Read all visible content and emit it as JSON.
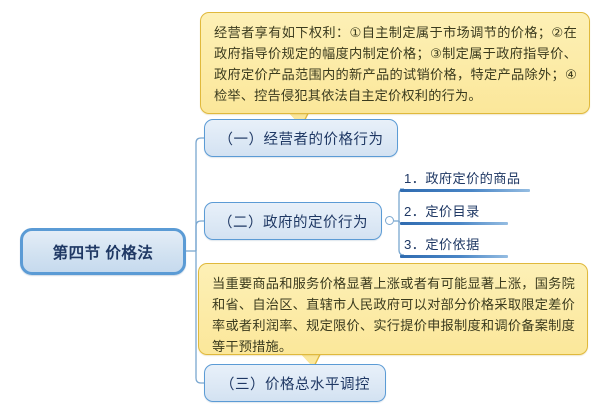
{
  "diagram": {
    "type": "mindmap",
    "orientation": "left-to-right",
    "background_color": "#ffffff"
  },
  "root": {
    "label": "第四节 价格法",
    "border_color": "#5b9bd5",
    "fill_color": "#d2e2f1",
    "text_color": "#1f3864"
  },
  "branches": [
    {
      "id": "branch-1",
      "label": "（一）经营者的价格行为",
      "has_toggle": false
    },
    {
      "id": "branch-2",
      "label": "（二）政府的定价行为",
      "has_toggle": true,
      "toggle_icon": "collapse-circle-icon"
    },
    {
      "id": "branch-3",
      "label": "（三）价格总水平调控",
      "has_toggle": false
    }
  ],
  "leaves": [
    {
      "id": "leaf-1",
      "label": "1．政府定价的商品"
    },
    {
      "id": "leaf-2",
      "label": "2．定价目录"
    },
    {
      "id": "leaf-3",
      "label": "3．定价依据"
    }
  ],
  "callouts": [
    {
      "id": "callout-1",
      "attached_to": "branch-1",
      "text": "经营者享有如下权利：①自主制定属于市场调节的价格；②在政府指导价规定的幅度内制定价格；③制定属于政府指导价、政府定价产品范围内的新产品的试销价格，特定产品除外；④检举、控告侵犯其依法自主定价权利的行为。",
      "border_color": "#e0b93c",
      "fill_color": "#fbe79a",
      "text_color": "#3b3b1e"
    },
    {
      "id": "callout-2",
      "attached_to": "branch-3",
      "text": "当重要商品和服务价格显著上涨或者有可能显著上涨，国务院和省、自治区、直辖市人民政府可以对部分价格采取限定差价率或者利润率、规定限价、实行提价申报制度和调价备案制度等干预措施。",
      "border_color": "#e0b93c",
      "fill_color": "#fbe79a",
      "text_color": "#3b3b1e"
    }
  ],
  "connectors": {
    "line_color": "#7aa7d0",
    "leaf_rule_color": "#2f6bb0"
  }
}
